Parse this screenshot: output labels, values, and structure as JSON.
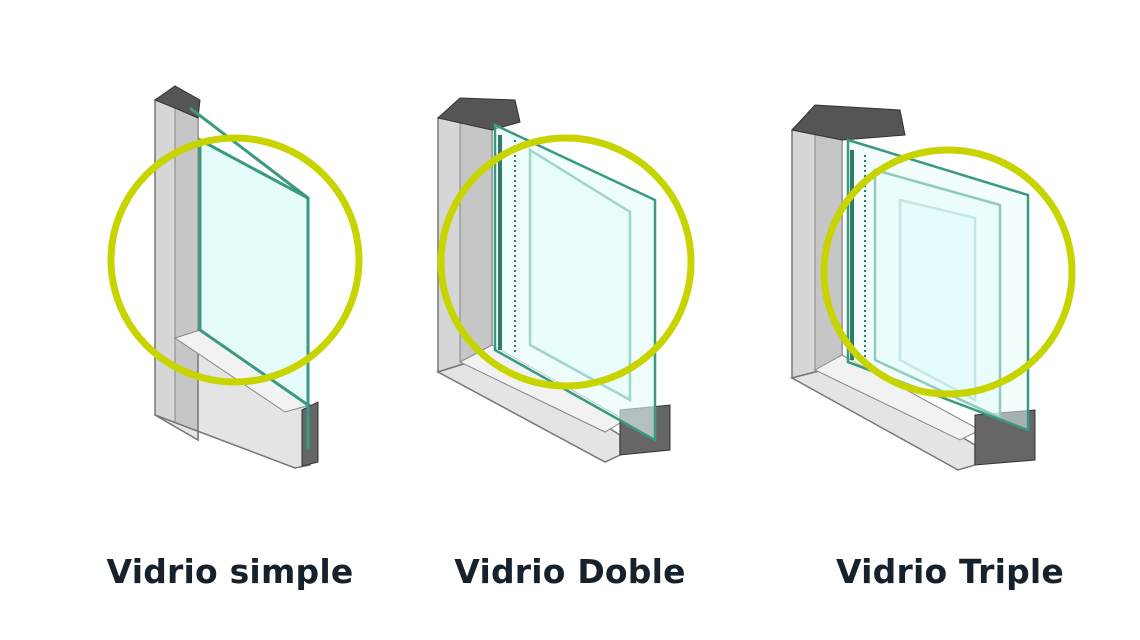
{
  "panels": [
    {
      "label": "Vidrio simple",
      "panes": 1
    },
    {
      "label": "Vidrio Doble",
      "panes": 2
    },
    {
      "label": "Vidrio Triple",
      "panes": 3
    }
  ],
  "colors": {
    "highlight_circle": "#c8d400",
    "frame": "#d4d4d4",
    "frame_dark": "#8a8a8a",
    "glass": "#e6fcfb",
    "glass_edge": "#3a9a80",
    "label_text": "#16212c"
  }
}
